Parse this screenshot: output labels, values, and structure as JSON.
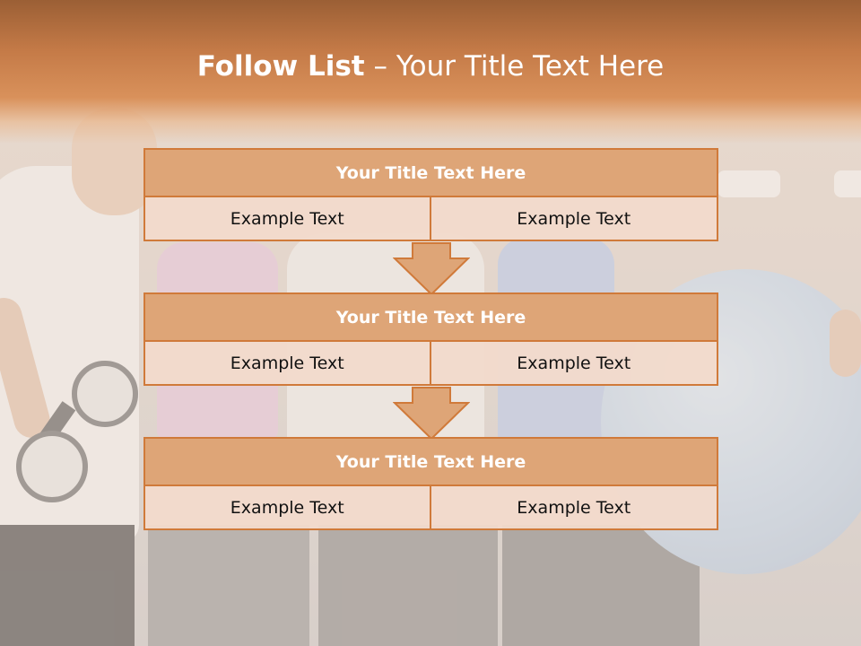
{
  "slide": {
    "title_bold": "Follow List",
    "title_rest": " – Your Title Text Here"
  },
  "blocks": [
    {
      "title": "Your Title Text Here",
      "cells": [
        "Example Text",
        "Example Text"
      ]
    },
    {
      "title": "Your Title Text Here",
      "cells": [
        "Example Text",
        "Example Text"
      ]
    },
    {
      "title": "Your Title Text Here",
      "cells": [
        "Example Text",
        "Example Text"
      ]
    }
  ],
  "colors": {
    "accent": "#d07a3a",
    "title_fill": "#dea577",
    "cell_fill": "#f2dacb",
    "header": "#c47a47"
  },
  "icons": [
    "down-arrow-icon"
  ]
}
